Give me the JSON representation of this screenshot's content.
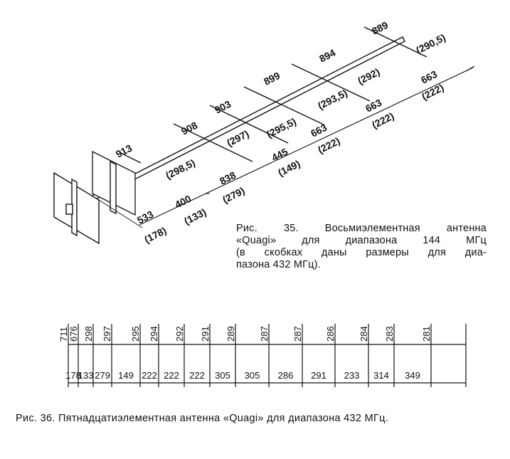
{
  "figure35": {
    "element_lengths": [
      "913",
      "908",
      "903",
      "899",
      "894",
      "889"
    ],
    "spacings": [
      {
        "main": "533",
        "alt": "(178)"
      },
      {
        "main": "400",
        "alt": "(133)"
      },
      {
        "main": "838",
        "alt": "(279)"
      },
      {
        "main": "445",
        "alt": "(149)"
      },
      {
        "main": "663",
        "alt": "(222)"
      },
      {
        "main": "663",
        "alt": "(222)"
      },
      {
        "main": "663",
        "alt": "(222)"
      }
    ],
    "alt_element_lengths": [
      "(298,5)",
      "(297)",
      "(295,5)",
      "(293,5)",
      "(292)",
      "(290,5)"
    ],
    "caption_lines": [
      "Рис. 35. Восьмиэлементная антенна",
      "«Quagi» для диапазона 144 МГц",
      "(в скобках даны размеры для диа-",
      "пазона 432 МГц)."
    ]
  },
  "figure36": {
    "element_lengths": [
      "711",
      "676",
      "298",
      "297",
      "295",
      "294",
      "292",
      "291",
      "289",
      "287",
      "287",
      "286",
      "284",
      "283",
      "281"
    ],
    "spacings": [
      "178",
      "133",
      "279",
      "149",
      "222",
      "222",
      "222",
      "305",
      "305",
      "286",
      "291",
      "233",
      "314",
      "349"
    ],
    "caption": "Рис. 36. Пятнадцатиэлементная антенна «Quagi» для диапазона 432 МГц."
  }
}
